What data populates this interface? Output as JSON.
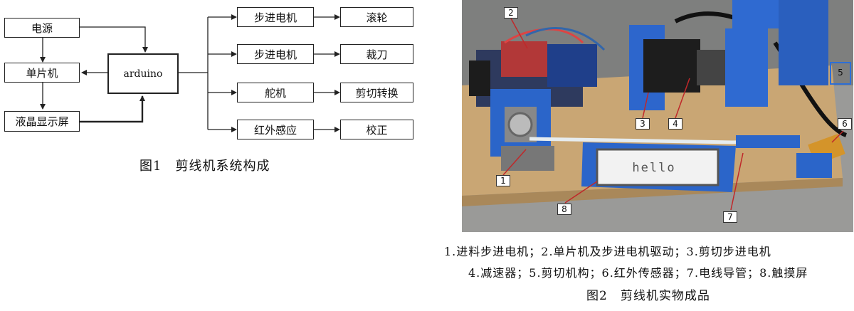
{
  "figure1": {
    "nodes": {
      "power": "电源",
      "mcu": "单片机",
      "lcd": "液晶显示屏",
      "arduino": "arduino",
      "stepper1": "步进电机",
      "stepper2": "步进电机",
      "servo": "舵机",
      "ir": "红外感应",
      "roller": "滚轮",
      "cutter": "裁刀",
      "cut_switch": "剪切转换",
      "calibrate": "校正"
    },
    "caption": "图1　剪线机系统构成"
  },
  "figure2": {
    "labels": [
      "1",
      "2",
      "3",
      "4",
      "5",
      "6",
      "7",
      "8"
    ],
    "screen_text": "hello",
    "legend_line1": "1.进料步进电机；2.单片机及步进电机驱动；3.剪切步进电机",
    "legend_line2": "4.减速器；5.剪切机构；6.红外传感器；7.电线导管；8.触摸屏",
    "caption": "图2　剪线机实物成品"
  }
}
